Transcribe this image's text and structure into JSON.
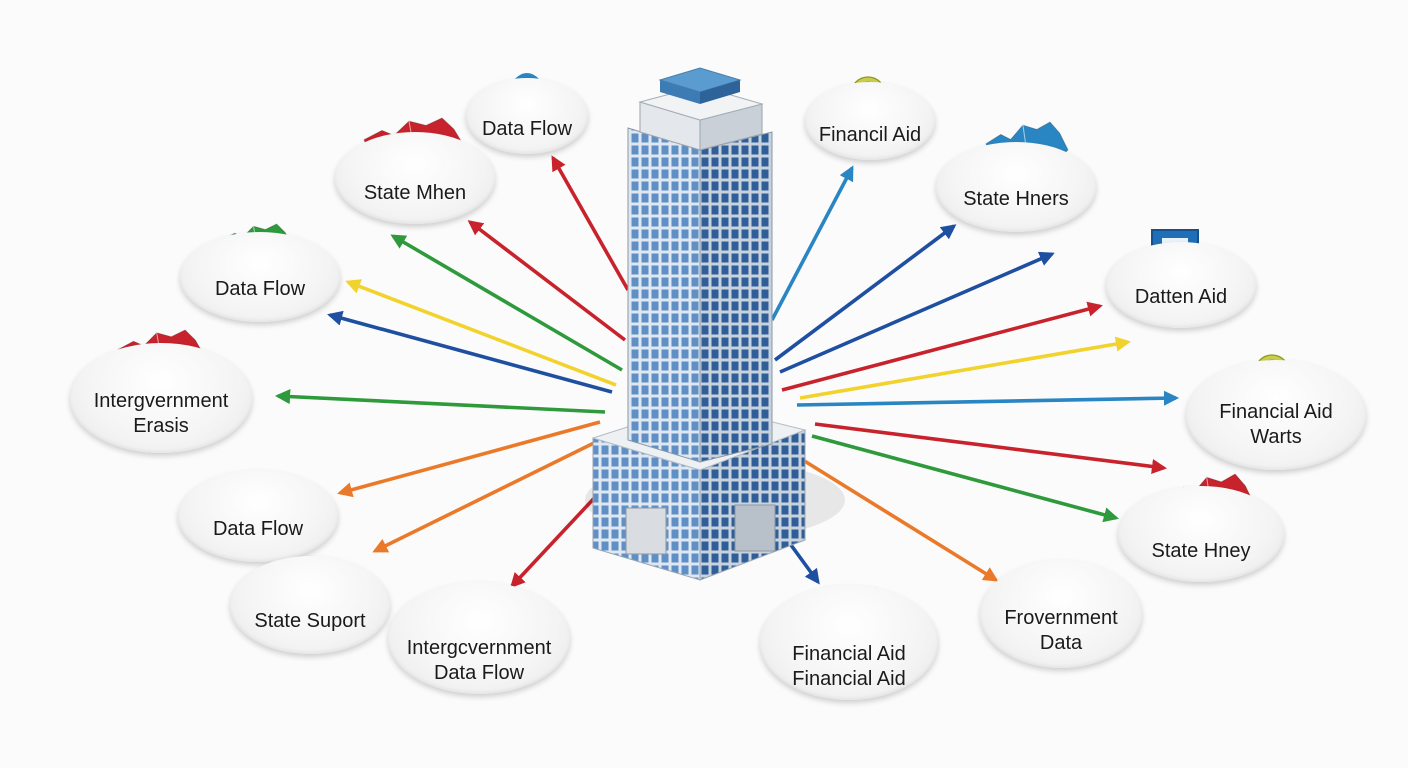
{
  "nodes": [
    {
      "id": "data-flow-top",
      "label": [
        "Data Flow"
      ],
      "icon": "arch-icon"
    },
    {
      "id": "state-mhen",
      "label": [
        "State Mhen"
      ],
      "icon": "state-map-icon"
    },
    {
      "id": "data-flow-left",
      "label": [
        "Data Flow"
      ],
      "icon": "state-map-icon"
    },
    {
      "id": "intergovernment-erasis",
      "label": [
        "Intergvernment",
        "Erasis"
      ],
      "icon": "state-map-icon"
    },
    {
      "id": "data-flow-coins",
      "label": [
        "Data Flow"
      ],
      "icon": "coins-icon"
    },
    {
      "id": "state-suport",
      "label": [
        "State Suport"
      ],
      "icon": "hands-coin-icon"
    },
    {
      "id": "intergovernment-data-flow",
      "label": [
        "Intergcvernment",
        "Data Flow"
      ],
      "icon": "coins-icon"
    },
    {
      "id": "financial-aid-bottom",
      "label": [
        "Financial Aid",
        "Financial Aid"
      ],
      "icon": "state-map-icon"
    },
    {
      "id": "provernment-data",
      "label": [
        "Frovernment",
        "Data"
      ],
      "icon": "person-icon"
    },
    {
      "id": "state-hney",
      "label": [
        "State Hney"
      ],
      "icon": "state-map-icon"
    },
    {
      "id": "financial-aid-warts",
      "label": [
        "Financial Aid",
        "Warts"
      ],
      "icon": "coins-icon"
    },
    {
      "id": "datten-aid",
      "label": [
        "Datten Aid"
      ],
      "icon": "monitor-icon"
    },
    {
      "id": "state-hners",
      "label": [
        "State Hners"
      ],
      "icon": "state-map-icon"
    },
    {
      "id": "financil-aid-top",
      "label": [
        "Financil Aid"
      ],
      "icon": "coins-icon"
    }
  ],
  "colors": {
    "red": "#c8232c",
    "green": "#2e9a3c",
    "yellow": "#f2d22c",
    "blue": "#1f4fa0",
    "lightblue": "#2a86c2",
    "orange": "#ea7a2a",
    "coin": "#c9cf4a",
    "building": "#3d6fa8"
  }
}
